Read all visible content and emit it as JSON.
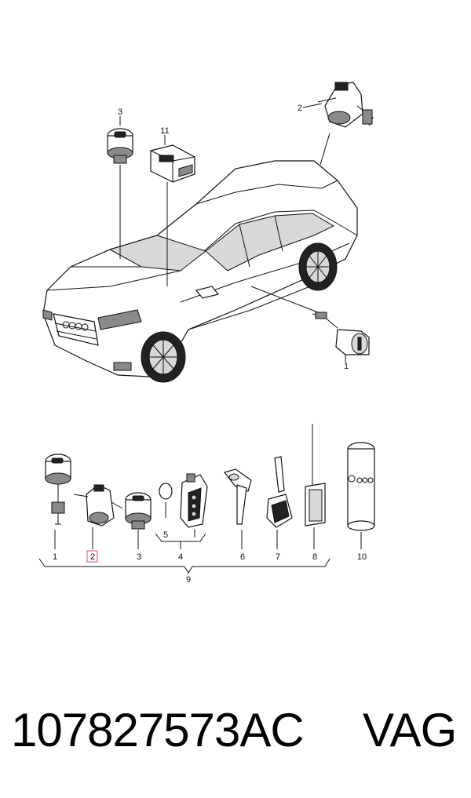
{
  "callouts": {
    "top": {
      "c1": "1",
      "c2": "2",
      "c3": "3",
      "c11": "11"
    },
    "bottom": {
      "b1": "1",
      "b2": "2",
      "b3": "3",
      "b4": "4",
      "b5": "5",
      "b6": "6",
      "b7": "7",
      "b8": "8",
      "b9": "9",
      "b10": "10"
    }
  },
  "colors": {
    "highlight_box": "#e0476a",
    "ink": "#111111"
  },
  "footer": {
    "part_number": "107827573AC",
    "brand": "VAG"
  }
}
